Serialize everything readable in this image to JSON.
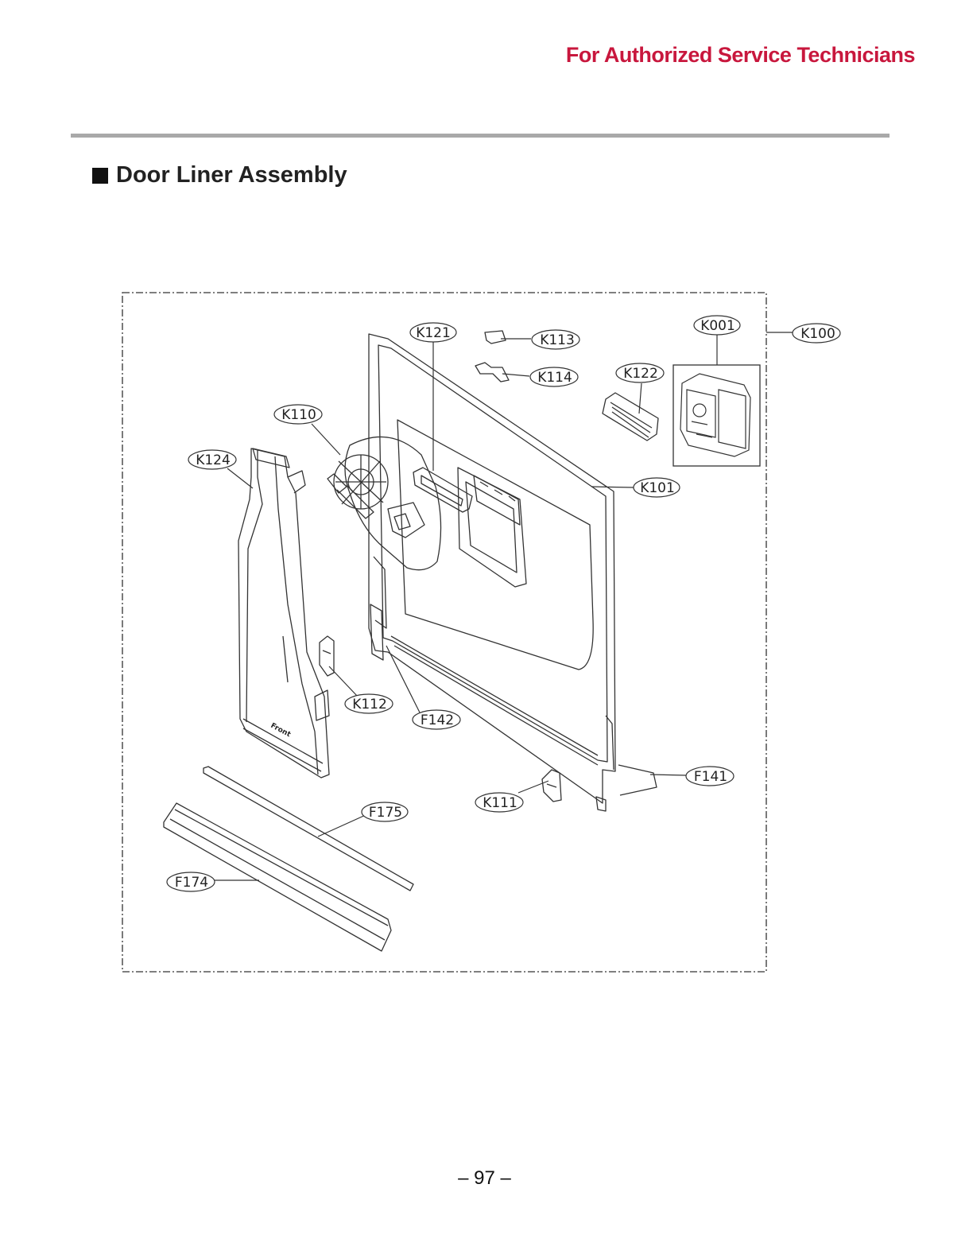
{
  "header": {
    "note": "For Authorized Service Technicians"
  },
  "section": {
    "title": "Door Liner Assembly"
  },
  "diagram": {
    "labels": {
      "K121": "K121",
      "K113": "K113",
      "K114": "K114",
      "K001": "K001",
      "K100": "K100",
      "K122": "K122",
      "K110": "K110",
      "K124": "K124",
      "K101": "K101",
      "K112": "K112",
      "F142": "F142",
      "F141": "F141",
      "K111": "K111",
      "F175": "F175",
      "F174": "F174"
    },
    "stamp": "Front"
  },
  "footer": {
    "page_number": "– 97 –"
  }
}
